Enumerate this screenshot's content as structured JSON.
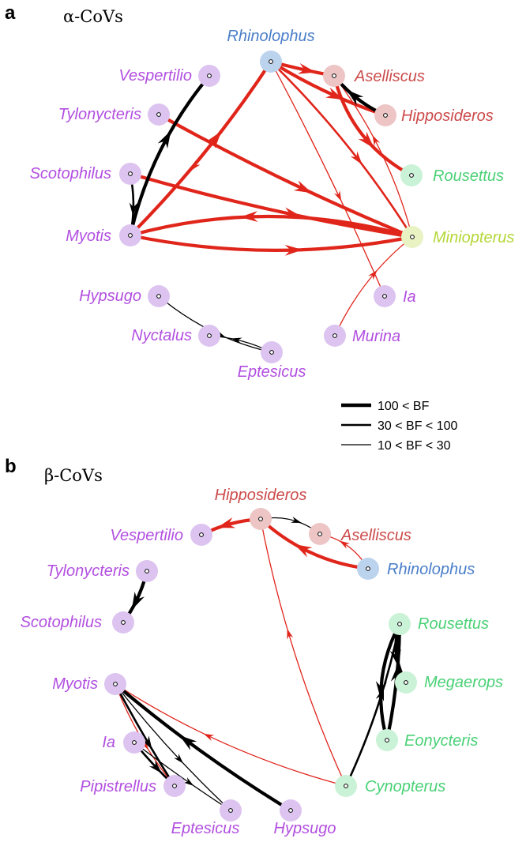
{
  "colors": {
    "purple_text": "#b24fe0",
    "purple_bg": "#dcc3f0",
    "red_text": "#cc4a4a",
    "red_bg": "#edc5c5",
    "blue_text": "#4a7ec9",
    "blue_bg": "#bcd3ee",
    "green_text": "#49d176",
    "green_bg": "#c9f2d6",
    "lime_text": "#b4d838",
    "lime_bg": "#e8f2c2",
    "edge_red": "#e0251b",
    "edge_black": "#000000"
  },
  "legend": {
    "items": [
      {
        "label": "100 < BF",
        "strength": 3
      },
      {
        "label": "30 < BF < 100",
        "strength": 2
      },
      {
        "label": "10 < BF < 30",
        "strength": 1
      }
    ]
  },
  "panels": [
    {
      "letter": "a",
      "title": "α-CoVs",
      "nodes": [
        {
          "id": "Rhinolophus",
          "label": "Rhinolophus",
          "group": "blue"
        },
        {
          "id": "Asselliscus",
          "label": "Aselliscus",
          "group": "red"
        },
        {
          "id": "Hipposideros",
          "label": "Hipposideros",
          "group": "red"
        },
        {
          "id": "Rousettus",
          "label": "Rousettus",
          "group": "green"
        },
        {
          "id": "Miniopterus",
          "label": "Miniopterus",
          "group": "lime"
        },
        {
          "id": "Ia",
          "label": "Ia",
          "group": "purple"
        },
        {
          "id": "Murina",
          "label": "Murina",
          "group": "purple"
        },
        {
          "id": "Eptesicus",
          "label": "Eptesicus",
          "group": "purple"
        },
        {
          "id": "Nyctalus",
          "label": "Nyctalus",
          "group": "purple"
        },
        {
          "id": "Hypsugo",
          "label": "Hypsugo",
          "group": "purple"
        },
        {
          "id": "Myotis",
          "label": "Myotis",
          "group": "purple"
        },
        {
          "id": "Scotophilus",
          "label": "Scotophilus",
          "group": "purple"
        },
        {
          "id": "Tylonycteris",
          "label": "Tylonycteris",
          "group": "purple"
        },
        {
          "id": "Vespertilio",
          "label": "Vespertilio",
          "group": "purple"
        }
      ],
      "edges": [
        {
          "from": "Myotis",
          "to": "Rhinolophus",
          "color": "red",
          "strength": 3
        },
        {
          "from": "Rhinolophus",
          "to": "Myotis",
          "color": "red",
          "strength": 1
        },
        {
          "from": "Rhinolophus",
          "to": "Asselliscus",
          "color": "red",
          "strength": 3
        },
        {
          "from": "Rhinolophus",
          "to": "Hipposideros",
          "color": "red",
          "strength": 3
        },
        {
          "from": "Rhinolophus",
          "to": "Miniopterus",
          "color": "red",
          "strength": 2
        },
        {
          "from": "Rhinolophus",
          "to": "Ia",
          "color": "red",
          "strength": 1
        },
        {
          "from": "Miniopterus",
          "to": "Asselliscus",
          "color": "red",
          "strength": 1
        },
        {
          "from": "Hipposideros",
          "to": "Asselliscus",
          "color": "black",
          "strength": 3
        },
        {
          "from": "Asselliscus",
          "to": "Rousettus",
          "color": "red",
          "strength": 3
        },
        {
          "from": "Tylonycteris",
          "to": "Miniopterus",
          "color": "red",
          "strength": 3
        },
        {
          "from": "Scotophilus",
          "to": "Miniopterus",
          "color": "red",
          "strength": 3
        },
        {
          "from": "Myotis",
          "to": "Miniopterus",
          "color": "red",
          "strength": 3
        },
        {
          "from": "Miniopterus",
          "to": "Myotis",
          "color": "red",
          "strength": 3
        },
        {
          "from": "Myotis",
          "to": "Vespertilio",
          "color": "black",
          "strength": 3
        },
        {
          "from": "Scotophilus",
          "to": "Myotis",
          "color": "black",
          "strength": 2
        },
        {
          "from": "Murina",
          "to": "Miniopterus",
          "color": "red",
          "strength": 1
        },
        {
          "from": "Hypsugo",
          "to": "Eptesicus",
          "color": "black",
          "strength": 1
        },
        {
          "from": "Eptesicus",
          "to": "Nyctalus",
          "color": "black",
          "strength": 1
        }
      ]
    },
    {
      "letter": "b",
      "title": "β-CoVs",
      "nodes": [
        {
          "id": "Hipposideros",
          "label": "Hipposideros",
          "group": "red"
        },
        {
          "id": "Asselliscus",
          "label": "Aselliscus",
          "group": "red"
        },
        {
          "id": "Rhinolophus",
          "label": "Rhinolophus",
          "group": "blue"
        },
        {
          "id": "Rousettus",
          "label": "Rousettus",
          "group": "green"
        },
        {
          "id": "Megaerops",
          "label": "Megaerops",
          "group": "green"
        },
        {
          "id": "Eonycteris",
          "label": "Eonycteris",
          "group": "green"
        },
        {
          "id": "Cynopterus",
          "label": "Cynopterus",
          "group": "green"
        },
        {
          "id": "Hypsugo",
          "label": "Hypsugo",
          "group": "purple"
        },
        {
          "id": "Eptesicus",
          "label": "Eptesicus",
          "group": "purple"
        },
        {
          "id": "Pipistrellus",
          "label": "Pipistrellus",
          "group": "purple"
        },
        {
          "id": "Ia",
          "label": "Ia",
          "group": "purple"
        },
        {
          "id": "Myotis",
          "label": "Myotis",
          "group": "purple"
        },
        {
          "id": "Scotophilus",
          "label": "Scotophilus",
          "group": "purple"
        },
        {
          "id": "Tylonycteris",
          "label": "Tylonycteris",
          "group": "purple"
        },
        {
          "id": "Vespertilio",
          "label": "Vespertilio",
          "group": "purple"
        }
      ],
      "edges": [
        {
          "from": "Hipposideros",
          "to": "Vespertilio",
          "color": "red",
          "strength": 3
        },
        {
          "from": "Hipposideros",
          "to": "Asselliscus",
          "color": "black",
          "strength": 1
        },
        {
          "from": "Rhinolophus",
          "to": "Hipposideros",
          "color": "red",
          "strength": 3
        },
        {
          "from": "Rhinolophus",
          "to": "Asselliscus",
          "color": "red",
          "strength": 1
        },
        {
          "from": "Tylonycteris",
          "to": "Scotophilus",
          "color": "black",
          "strength": 3
        },
        {
          "from": "Cynopterus",
          "to": "Hipposideros",
          "color": "red",
          "strength": 1
        },
        {
          "from": "Cynopterus",
          "to": "Myotis",
          "color": "red",
          "strength": 1
        },
        {
          "from": "Myotis",
          "to": "Pipistrellus",
          "color": "red",
          "strength": 1
        },
        {
          "from": "Cynopterus",
          "to": "Rousettus",
          "color": "black",
          "strength": 2
        },
        {
          "from": "Rousettus",
          "to": "Megaerops",
          "color": "black",
          "strength": 3
        },
        {
          "from": "Rousettus",
          "to": "Eonycteris",
          "color": "black",
          "strength": 3
        },
        {
          "from": "Eonycteris",
          "to": "Rousettus",
          "color": "black",
          "strength": 3
        },
        {
          "from": "Hypsugo",
          "to": "Myotis",
          "color": "black",
          "strength": 3
        },
        {
          "from": "Myotis",
          "to": "Eptesicus",
          "color": "black",
          "strength": 1
        },
        {
          "from": "Myotis",
          "to": "Pipistrellus",
          "color": "black",
          "strength": 2
        },
        {
          "from": "Ia",
          "to": "Pipistrellus",
          "color": "black",
          "strength": 2
        },
        {
          "from": "Ia",
          "to": "Eptesicus",
          "color": "black",
          "strength": 1
        }
      ]
    }
  ]
}
